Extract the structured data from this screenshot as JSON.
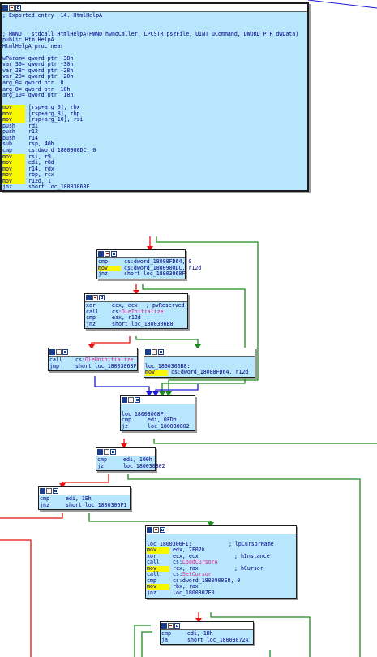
{
  "colors": {
    "node_bg": "#b8e6fc",
    "edge_true": "#1c8a1c",
    "edge_false": "#e81010",
    "edge_uncond": "#1a1ad8",
    "highlight": "#f7f700",
    "import_name": "#e0208f"
  },
  "icons": [
    "color-icon",
    "pencil-icon",
    "graph-icon"
  ],
  "nodes": [
    {
      "id": "n0",
      "lines": [
        {
          "t": "c",
          "text": "; Exported entry  14. HtmlHelpA"
        },
        {
          "t": "blank"
        },
        {
          "t": "blank"
        },
        {
          "t": "c",
          "text": "; HWND __stdcall HtmlHelpA(HWND hwndCaller, LPCSTR pszFile, UINT uCommand, DWORD_PTR dwData)"
        },
        {
          "t": "l",
          "text": "public HtmlHelpA"
        },
        {
          "t": "l",
          "text": "HtmlHelpA proc near"
        },
        {
          "t": "blank"
        },
        {
          "t": "l",
          "text": "wParam= qword ptr -38h"
        },
        {
          "t": "l",
          "text": "var_30= qword ptr -30h"
        },
        {
          "t": "l",
          "text": "var_28= qword ptr -28h"
        },
        {
          "t": "l",
          "text": "var_20= qword ptr -20h"
        },
        {
          "t": "l",
          "text": "arg_0= qword ptr  8"
        },
        {
          "t": "l",
          "text": "arg_8= qword ptr  10h"
        },
        {
          "t": "l",
          "text": "arg_10= qword ptr  18h"
        },
        {
          "t": "blank"
        },
        {
          "t": "i",
          "m": "mov",
          "o": "[rsp+arg_0], rbx",
          "hl": true
        },
        {
          "t": "i",
          "m": "mov",
          "o": "[rsp+arg_8], rbp",
          "hl": true
        },
        {
          "t": "i",
          "m": "mov",
          "o": "[rsp+arg_10], rsi",
          "hl": true
        },
        {
          "t": "i",
          "m": "push",
          "o": "rdi"
        },
        {
          "t": "i",
          "m": "push",
          "o": "r12"
        },
        {
          "t": "i",
          "m": "push",
          "o": "r14"
        },
        {
          "t": "i",
          "m": "sub",
          "o": "rsp, 40h"
        },
        {
          "t": "i",
          "m": "cmp",
          "o": "cs:dword_1800900DC, 0"
        },
        {
          "t": "i",
          "m": "mov",
          "o": "rsi, r9",
          "hl": true
        },
        {
          "t": "i",
          "m": "mov",
          "o": "edi, r8d",
          "hl": true
        },
        {
          "t": "i",
          "m": "mov",
          "o": "r14, rdx",
          "hl": true
        },
        {
          "t": "i",
          "m": "mov",
          "o": "rbp, rcx",
          "hl": true
        },
        {
          "t": "i",
          "m": "mov",
          "o": "r12d, 1",
          "hl": true
        },
        {
          "t": "i",
          "m": "jnz",
          "o": "short loc_18003068F"
        }
      ]
    },
    {
      "id": "n1",
      "lines": [
        {
          "t": "i",
          "m": "cmp",
          "o": "cs:dword_18008FD64, 0"
        },
        {
          "t": "i",
          "m": "mov",
          "o": "cs:dword_1800900DC, r12d",
          "hl": true
        },
        {
          "t": "i",
          "m": "jnz",
          "o": "short loc_18003068F"
        }
      ]
    },
    {
      "id": "n2",
      "lines": [
        {
          "t": "i",
          "m": "xor",
          "o": "ecx, ecx",
          "c": "; pvReserved"
        },
        {
          "t": "i",
          "m": "call",
          "o": "cs:",
          "imp": "OleInitialize"
        },
        {
          "t": "i",
          "m": "cmp",
          "o": "eax, r12d"
        },
        {
          "t": "i",
          "m": "jnz",
          "o": "short loc_1800306B8"
        }
      ]
    },
    {
      "id": "n3",
      "lines": [
        {
          "t": "i",
          "m": "call",
          "o": "cs:",
          "imp": "OleUninitialize"
        },
        {
          "t": "i",
          "m": "jmp",
          "o": "short loc_18003068F"
        }
      ]
    },
    {
      "id": "n4",
      "lines": [
        {
          "t": "blank"
        },
        {
          "t": "l",
          "text": "loc_1800306B8:"
        },
        {
          "t": "i",
          "m": "mov",
          "o": "cs:dword_18008FD64, r12d",
          "hl": true
        }
      ]
    },
    {
      "id": "n5",
      "lines": [
        {
          "t": "blank"
        },
        {
          "t": "l",
          "text": "loc_18003068F:"
        },
        {
          "t": "i",
          "m": "cmp",
          "o": "edi, 0FDh"
        },
        {
          "t": "i",
          "m": "jz",
          "o": "loc_180030802"
        }
      ]
    },
    {
      "id": "n6",
      "lines": [
        {
          "t": "i",
          "m": "cmp",
          "o": "edi, 100h"
        },
        {
          "t": "i",
          "m": "jz",
          "o": "loc_180030802"
        }
      ]
    },
    {
      "id": "n7",
      "lines": [
        {
          "t": "i",
          "m": "cmp",
          "o": "edi, 1Eh"
        },
        {
          "t": "i",
          "m": "jnz",
          "o": "short loc_1800306F1"
        }
      ]
    },
    {
      "id": "n8",
      "lines": [
        {
          "t": "blank"
        },
        {
          "t": "l",
          "text": "loc_1800306F1:",
          "c": "; lpCursorName"
        },
        {
          "t": "i",
          "m": "mov",
          "o": "edx, 7F02h",
          "hl": true
        },
        {
          "t": "i",
          "m": "xor",
          "o": "ecx, ecx",
          "c": "; hInstance"
        },
        {
          "t": "i",
          "m": "call",
          "o": "cs:",
          "imp": "LoadCursorA"
        },
        {
          "t": "i",
          "m": "mov",
          "o": "rcx, rax",
          "c": "; hCursor",
          "hl": true
        },
        {
          "t": "i",
          "m": "call",
          "o": "cs:",
          "imp": "SetCursor"
        },
        {
          "t": "i",
          "m": "cmp",
          "o": "cs:dword_1800900E8, 0"
        },
        {
          "t": "i",
          "m": "mov",
          "o": "rbx, rax",
          "hl": true
        },
        {
          "t": "i",
          "m": "jnz",
          "o": "loc_1800307E0"
        }
      ]
    },
    {
      "id": "n9",
      "lines": [
        {
          "t": "i",
          "m": "cmp",
          "o": "edi, 1Dh"
        },
        {
          "t": "i",
          "m": "ja",
          "o": "short loc_18003072A"
        }
      ]
    }
  ]
}
